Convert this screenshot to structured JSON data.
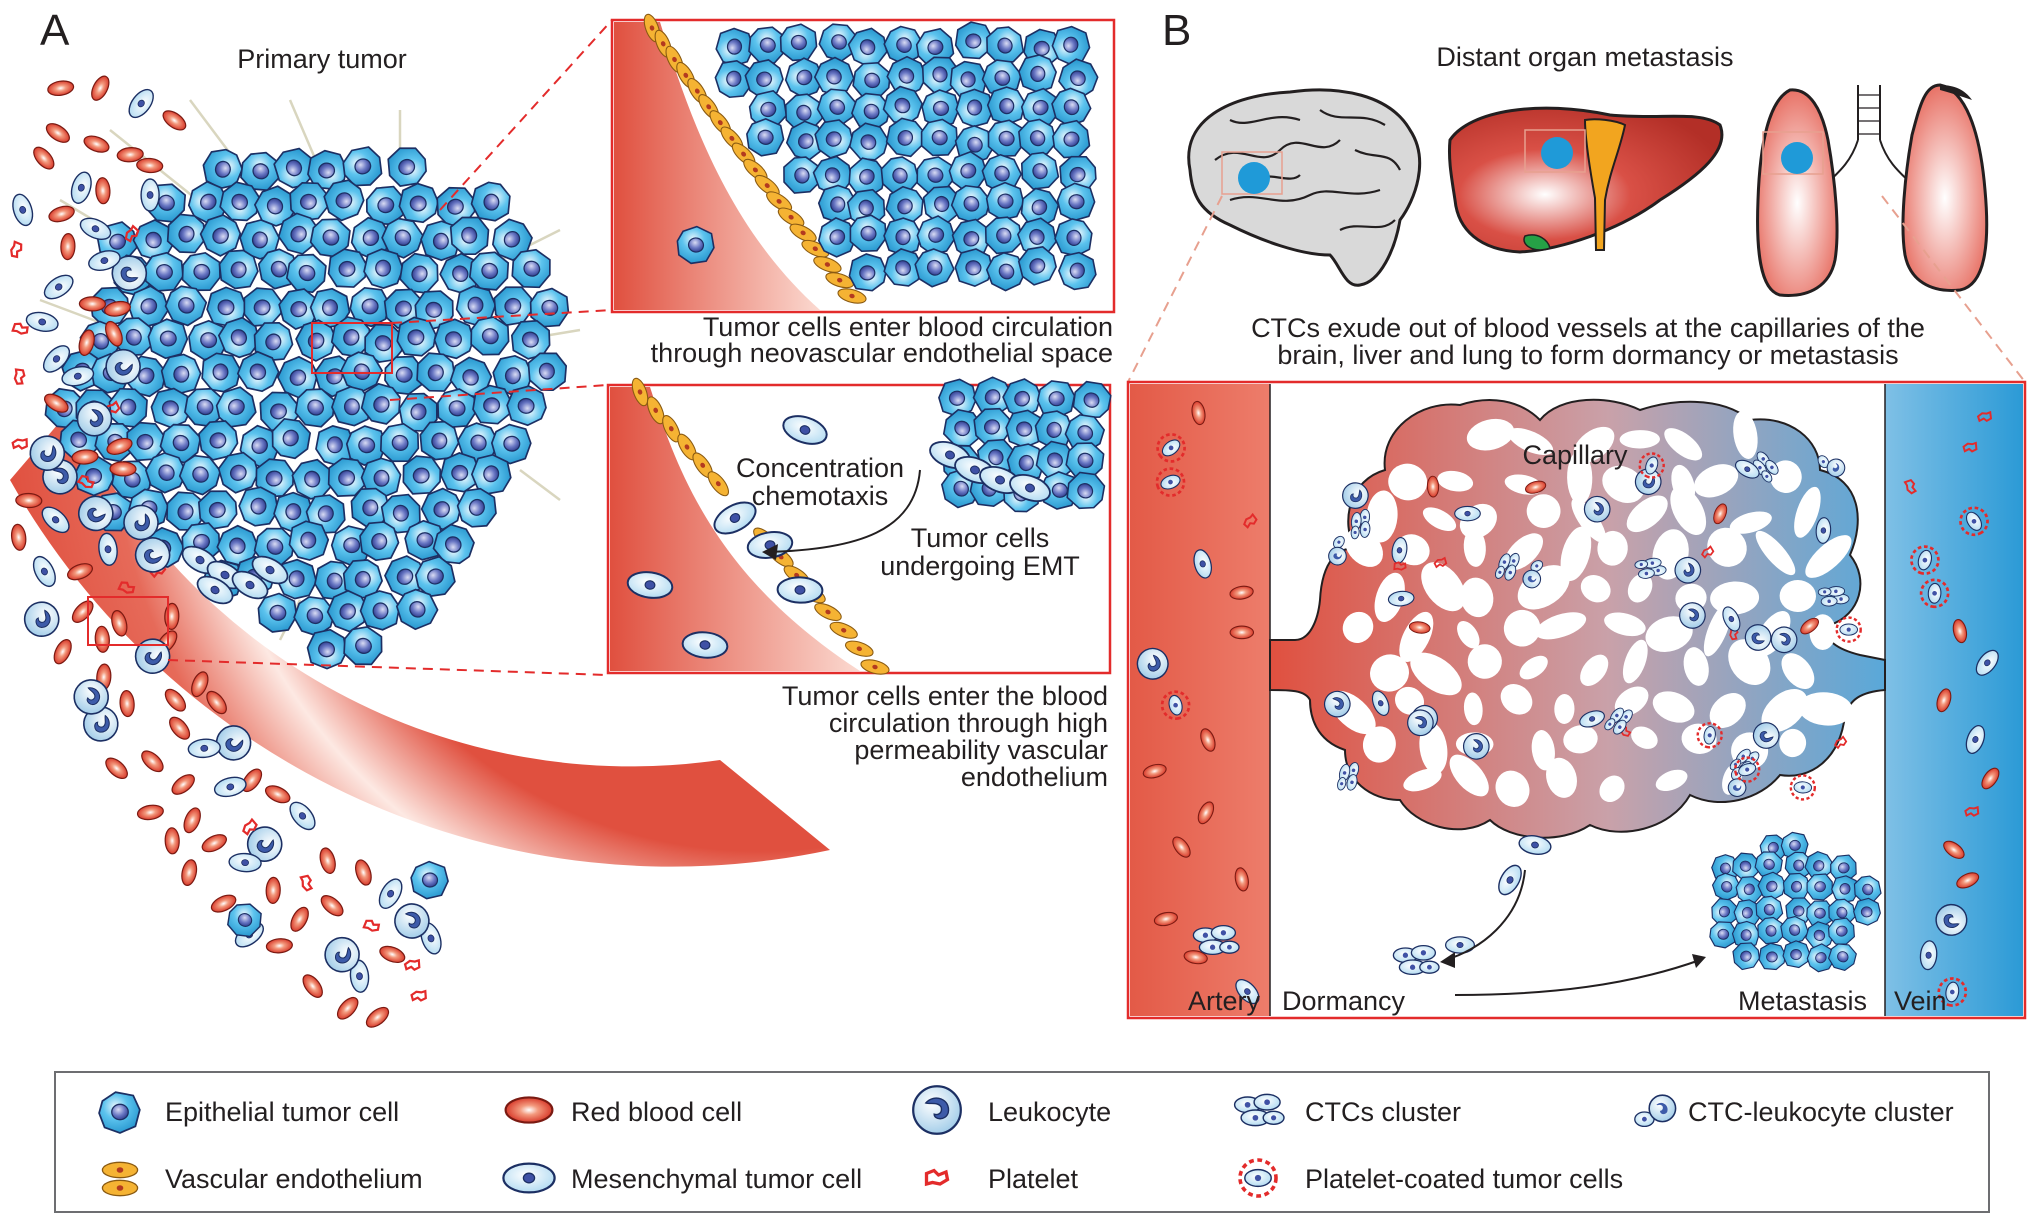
{
  "panel_a": {
    "letter": "A",
    "title": "Primary tumor",
    "top_caption": [
      "Tumor cells enter blood circulation",
      "through neovascular endothelial space"
    ],
    "chemotaxis_label": [
      "Concentration",
      "chemotaxis"
    ],
    "emt_label": [
      "Tumor cells",
      "undergoing EMT"
    ],
    "bottom_caption": [
      "Tumor cells enter the blood",
      "circulation through high",
      "permeability vascular",
      "endothelium"
    ]
  },
  "panel_b": {
    "letter": "B",
    "title": "Distant organ metastasis",
    "caption": [
      "CTCs exude out of blood vessels at the capillaries of the",
      "brain, liver and lung to form dormancy or metastasis"
    ],
    "capillary_label": "Capillary",
    "artery_label": "Artery",
    "dormancy_label": "Dormancy",
    "metastasis_label": "Metastasis",
    "vein_label": "Vein"
  },
  "legend": {
    "epithelial": "Epithelial tumor cell",
    "rbc": "Red blood cell",
    "leukocyte": "Leukocyte",
    "ctc_cluster": "CTCs cluster",
    "ctc_leuk": "CTC-leukocyte cluster",
    "endothelium": "Vascular endothelium",
    "mesenchymal": "Mesenchymal tumor cell",
    "platelet": "Platelet",
    "platelet_coated": "Platelet-coated tumor cells"
  },
  "colors": {
    "tumor_cell": "#29a9df",
    "tumor_cell_dark": "#1c2f63",
    "nucleus": "#3f51a5",
    "vessel_red": "#e2584a",
    "vein_blue": "#3aa0d9",
    "endothelium": "#f0a22a",
    "callout_border": "#e32b2b"
  }
}
